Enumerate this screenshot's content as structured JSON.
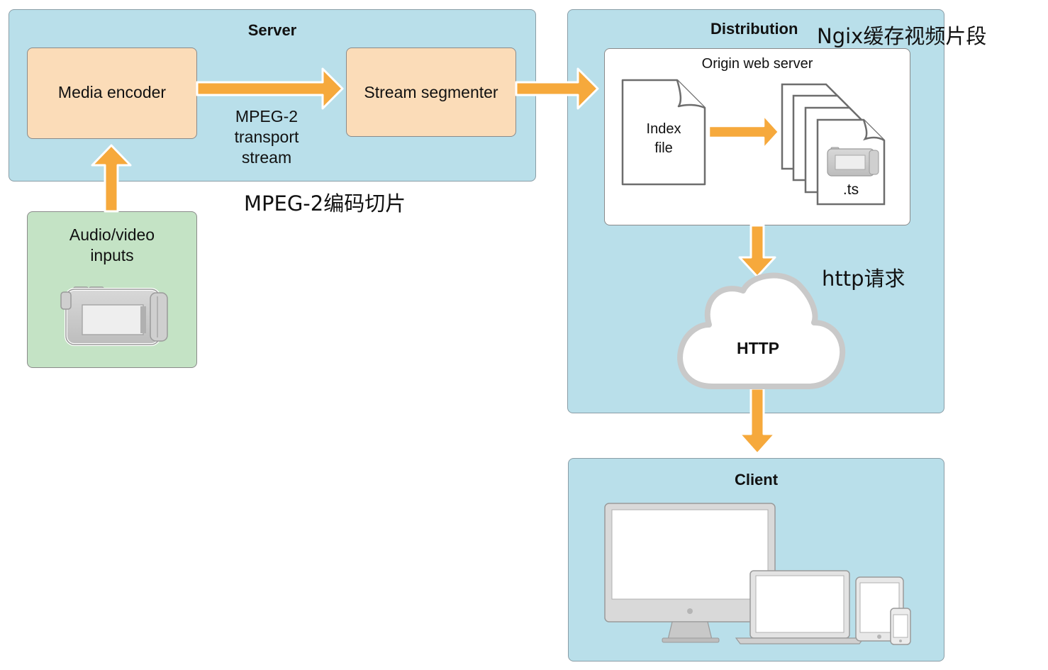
{
  "server": {
    "title": "Server",
    "media_encoder": "Media encoder",
    "stream_segmenter": "Stream segmenter",
    "transport_label": [
      "MPEG-2",
      "transport",
      "stream"
    ]
  },
  "inputs": {
    "label": [
      "Audio/video",
      "inputs"
    ]
  },
  "notes": {
    "encode_note": "MPEG-2编码切片",
    "cache_note": "Ngix缓存视频片段",
    "http_note": "http请求"
  },
  "distribution": {
    "title": "Distribution",
    "origin_server": "Origin web server",
    "index_file": [
      "Index",
      "file"
    ],
    "segment_label": ".ts",
    "cloud_label": "HTTP"
  },
  "client": {
    "title": "Client"
  },
  "colors": {
    "panel_blue": "#b9dfea",
    "box_orange": "#fbdcb8",
    "box_green": "#c4e3c5",
    "arrow_orange": "#f6a93c"
  }
}
